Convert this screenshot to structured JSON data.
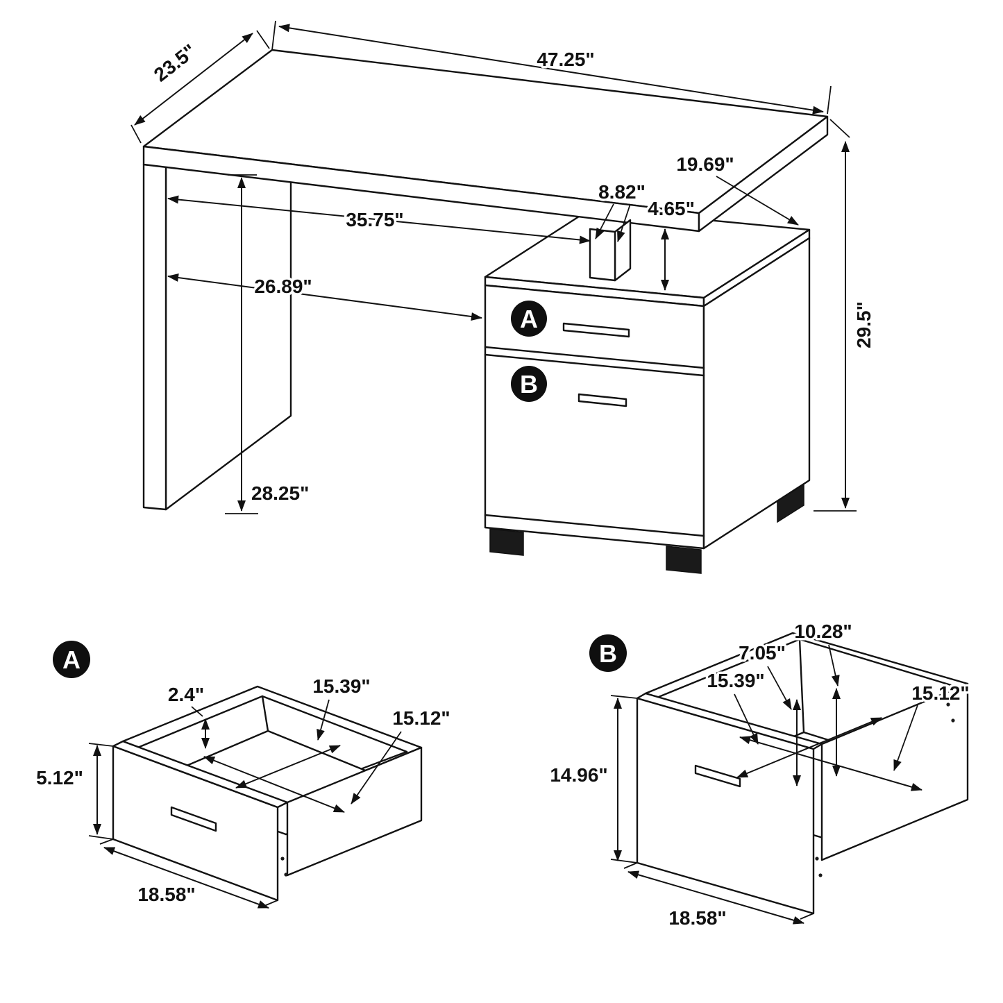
{
  "colors": {
    "ink": "#111111",
    "paper": "#ffffff"
  },
  "main": {
    "label_a": "A",
    "label_b": "B",
    "dims": {
      "top_width": "47.25\"",
      "top_depth": "23.5\"",
      "overall_height": "29.5\"",
      "cabinet_top_depth": "19.69\"",
      "bracket_offset": "8.82\"",
      "top_gap": "4.65\"",
      "kneehole_width": "35.75\"",
      "kneehole_clearance": "26.89\"",
      "panel_height": "28.25\""
    }
  },
  "detail_a": {
    "label": "A",
    "dims": {
      "rim_drop": "2.4\"",
      "inner_depth": "15.39\"",
      "inner_width": "15.12\"",
      "front_height": "5.12\"",
      "front_width": "18.58\""
    }
  },
  "detail_b": {
    "label": "B",
    "dims": {
      "inner_depth": "15.39\"",
      "rail_front_offset": "7.05\"",
      "rail_back_offset": "10.28\"",
      "inner_width": "15.12\"",
      "front_height": "14.96\"",
      "front_width": "18.58\""
    }
  }
}
